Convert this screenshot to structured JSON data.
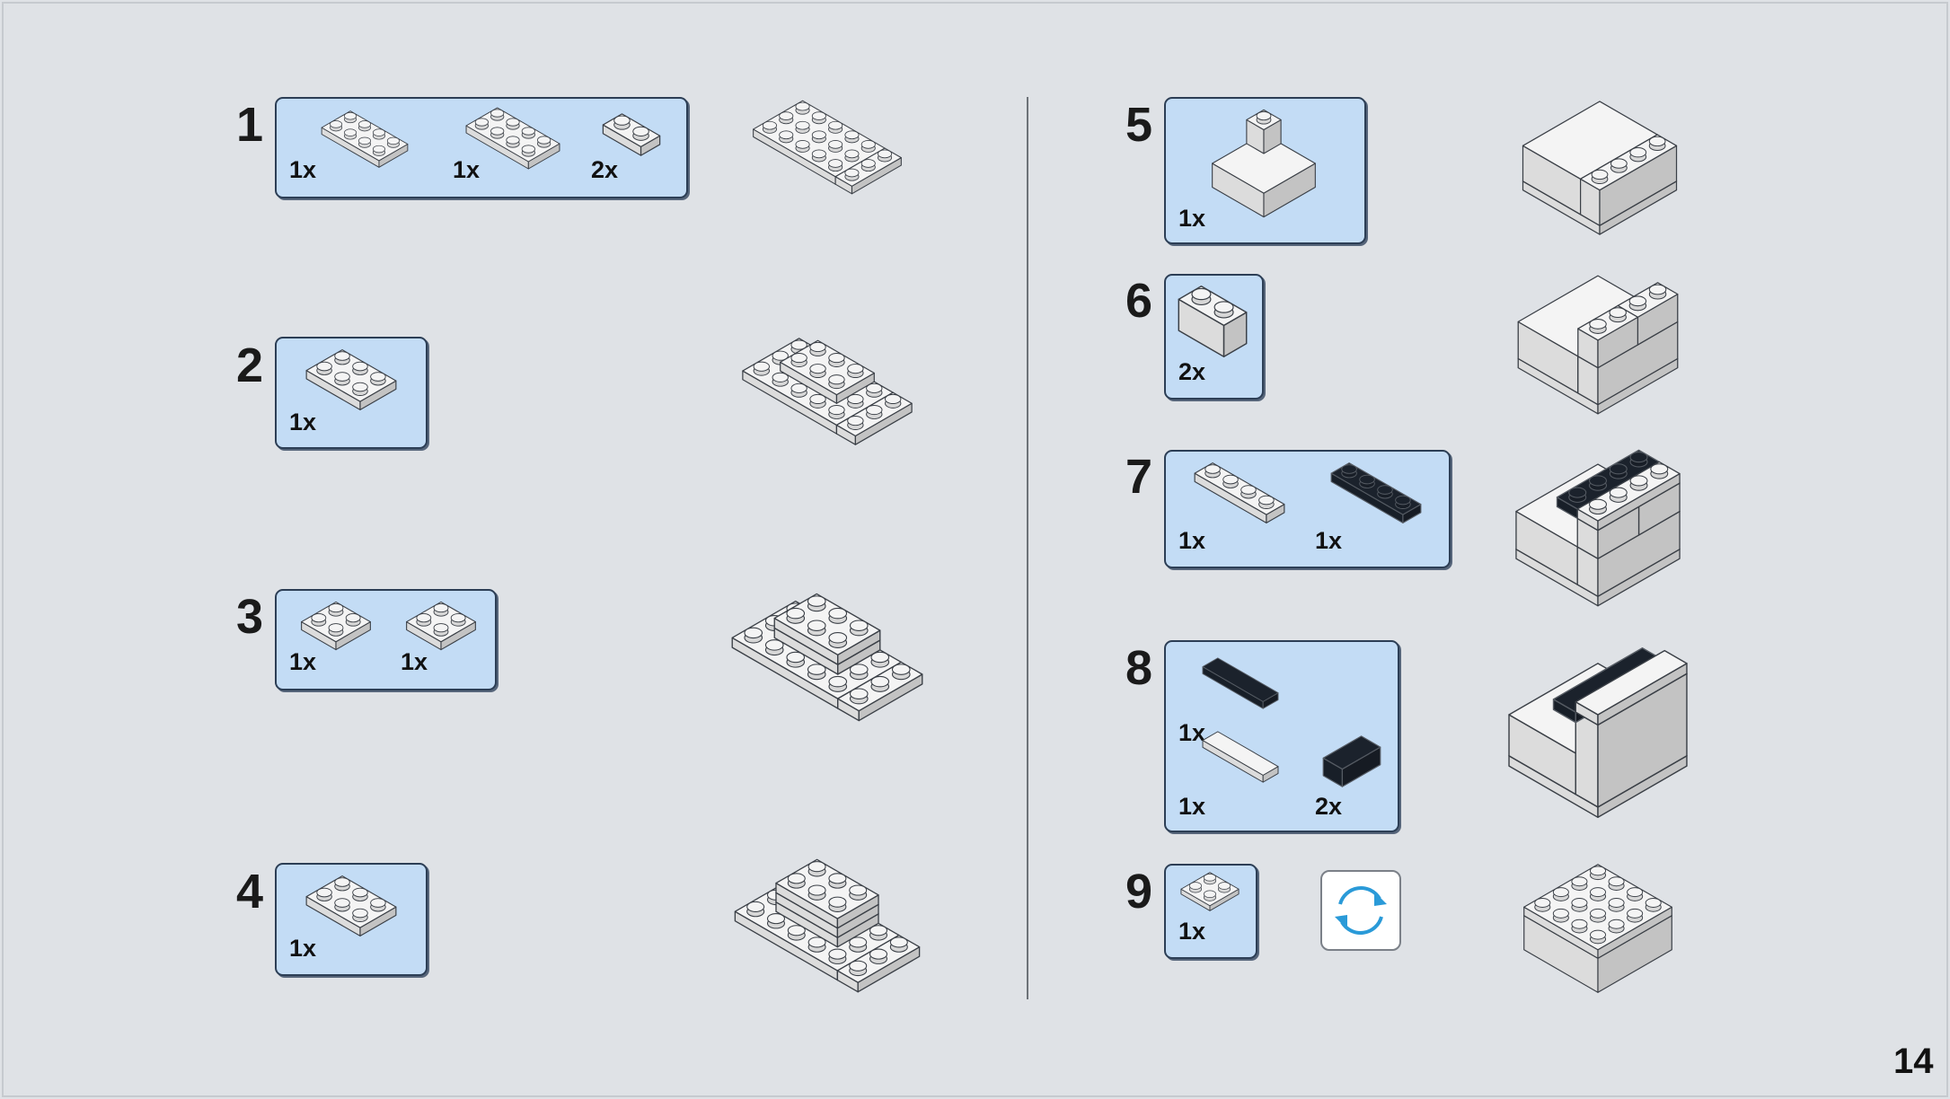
{
  "page_number": "14",
  "colors": {
    "panel": "#c3dcf5",
    "white_part": "#f4f4f4",
    "black_part": "#1b222c",
    "rotate_arrow": "#2a9ad8"
  },
  "steps": [
    {
      "number": "1",
      "parts": [
        {
          "qty": "1x",
          "kind": "wedge-plate-left",
          "color": "white"
        },
        {
          "qty": "1x",
          "kind": "wedge-plate-right",
          "color": "white"
        },
        {
          "qty": "2x",
          "kind": "plate-clip",
          "color": "white"
        }
      ]
    },
    {
      "number": "2",
      "parts": [
        {
          "qty": "1x",
          "kind": "plate-2x3",
          "color": "white"
        }
      ]
    },
    {
      "number": "3",
      "parts": [
        {
          "qty": "1x",
          "kind": "plate-2x2",
          "color": "white"
        },
        {
          "qty": "1x",
          "kind": "plate-clip-2x2",
          "color": "white"
        }
      ]
    },
    {
      "number": "4",
      "parts": [
        {
          "qty": "1x",
          "kind": "plate-2x3",
          "color": "white"
        }
      ]
    },
    {
      "number": "5",
      "parts": [
        {
          "qty": "1x",
          "kind": "slope-wedge",
          "color": "white"
        }
      ]
    },
    {
      "number": "6",
      "parts": [
        {
          "qty": "2x",
          "kind": "brick-1x2",
          "color": "white"
        }
      ]
    },
    {
      "number": "7",
      "parts": [
        {
          "qty": "1x",
          "kind": "plate-1x4",
          "color": "white"
        },
        {
          "qty": "1x",
          "kind": "plate-1x4",
          "color": "black"
        }
      ]
    },
    {
      "number": "8",
      "parts": [
        {
          "qty": "1x",
          "kind": "tile-1x4",
          "color": "black"
        },
        {
          "qty": "1x",
          "kind": "tile-1x4",
          "color": "white"
        },
        {
          "qty": "2x",
          "kind": "slope-1x2",
          "color": "black"
        }
      ]
    },
    {
      "number": "9",
      "parts": [
        {
          "qty": "1x",
          "kind": "dish-2x2",
          "color": "white"
        }
      ]
    }
  ],
  "rotate_icon": "rotate-model-icon"
}
